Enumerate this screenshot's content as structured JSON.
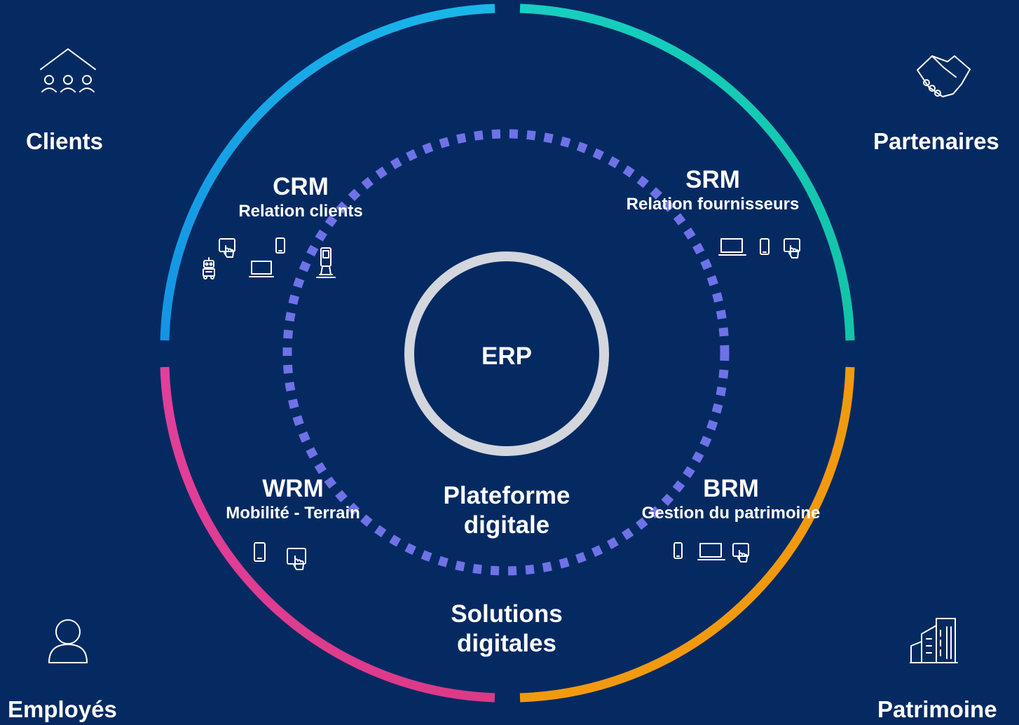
{
  "stakeholders": {
    "clients": {
      "label": "Clients",
      "icon": "community-house-icon"
    },
    "partners": {
      "label": "Partenaires",
      "icon": "handshake-icon"
    },
    "employees": {
      "label": "Employés",
      "icon": "person-icon"
    },
    "assets": {
      "label": "Patrimoine",
      "icon": "building-icon"
    }
  },
  "modules": {
    "crm": {
      "title": "CRM",
      "subtitle": "Relation clients",
      "devices": [
        "tablet-touch-icon",
        "smartphone-icon",
        "robot-icon",
        "laptop-icon",
        "kiosk-icon"
      ]
    },
    "srm": {
      "title": "SRM",
      "subtitle": "Relation fournisseurs",
      "devices": [
        "laptop-icon",
        "smartphone-icon",
        "tablet-touch-icon"
      ]
    },
    "wrm": {
      "title": "WRM",
      "subtitle": "Mobilité - Terrain",
      "devices": [
        "smartphone-icon",
        "tablet-touch-icon"
      ]
    },
    "brm": {
      "title": "BRM",
      "subtitle": "Gestion du patrimoine",
      "devices": [
        "smartphone-icon",
        "laptop-icon",
        "tablet-touch-icon"
      ]
    }
  },
  "core": {
    "label": "ERP"
  },
  "platform": {
    "line1": "Plateforme",
    "line2": "digitale"
  },
  "solutions": {
    "line1": "Solutions",
    "line2": "digitales"
  },
  "colors": {
    "background": "#052a62",
    "arc_clients": "#17a7e6",
    "arc_partners": "#16ccb2",
    "arc_employees": "#e0358f",
    "arc_assets": "#f29a0f",
    "platform_ring": "#6f72e6",
    "core_ring": "#d3d6dd"
  }
}
